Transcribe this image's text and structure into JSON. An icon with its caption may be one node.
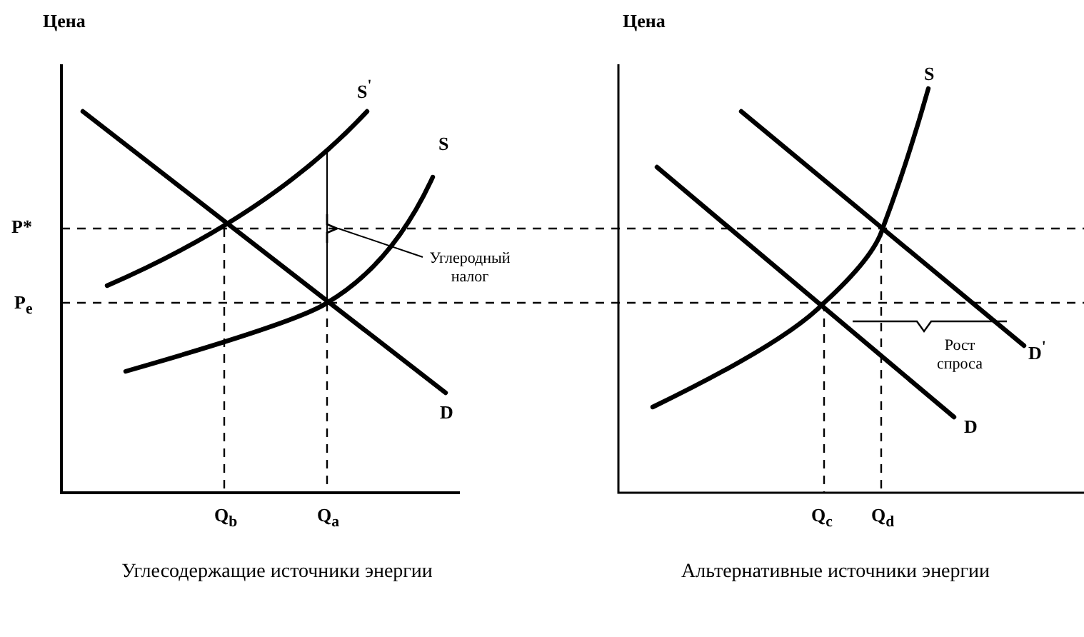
{
  "diagram": {
    "nodes": [
      {
        "text": [
          "Углеродный налог"
        ]
      },
      {
        "text": [],
        "shape": "bracket"
      }
    ],
    "edges": [
      {
        "from": 0,
        "to": 1,
        "arrow": "none"
      }
    ],
    "labels": [
      "Цена",
      "Цена",
      "S$^{'}$",
      "S",
      "S",
      "P*",
      "P$_{e}$",
      "Рост спроса",
      "D$^{'}$",
      "D",
      "D",
      "Q$_{b}$",
      "Q$_{a}$",
      "Q$_{c}$",
      "Q$_{d}$",
      "Углесодержащие источники энергии",
      "Альтернативные источники энергии"
    ]
  }
}
